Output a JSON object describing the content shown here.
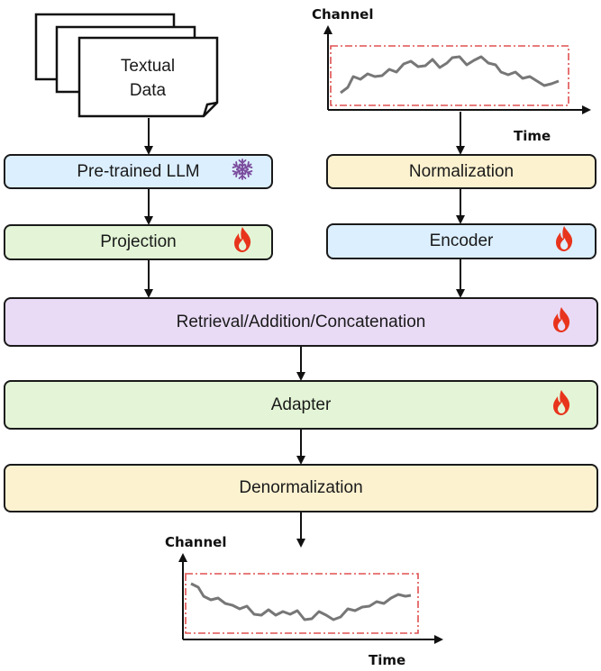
{
  "colors": {
    "blue": "#dcefff",
    "green": "#e3f5d6",
    "yellow": "#fdf2d0",
    "purple": "#e9dbf6",
    "flame": "#e8341c",
    "snowflake": "#7a4a9c",
    "border": "#1a1a1a",
    "chart_frame": "#e05050"
  },
  "icons": {
    "frozen": "snowflake-icon",
    "trainable": "flame-icon"
  },
  "documents": {
    "line1": "Textual",
    "line2": "Data"
  },
  "boxes": {
    "llm": "Pre-trained LLM",
    "projection": "Projection",
    "normalization": "Normalization",
    "encoder": "Encoder",
    "fusion": "Retrieval/Addition/Concatenation",
    "adapter": "Adapter",
    "denormalization": "Denormalization"
  },
  "input_chart": {
    "ylabel": "Channel",
    "xlabel": "Time"
  },
  "output_chart": {
    "ylabel": "Channel",
    "xlabel": "Time"
  }
}
